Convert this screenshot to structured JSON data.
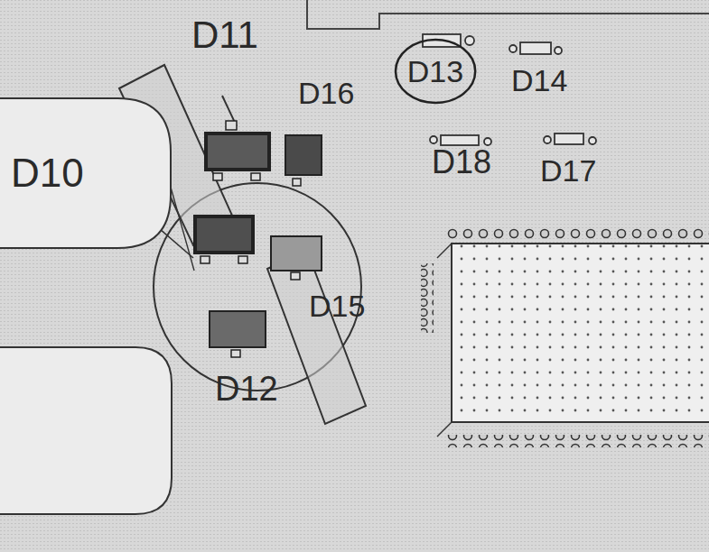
{
  "diagram": {
    "nodes": [
      {
        "text": [
          "D13"
        ]
      },
      {
        "text": [
          "D10"
        ]
      }
    ],
    "labels": [
      "D11",
      "D16",
      "D14",
      "D18",
      "D17",
      "D15",
      "D12"
    ]
  }
}
